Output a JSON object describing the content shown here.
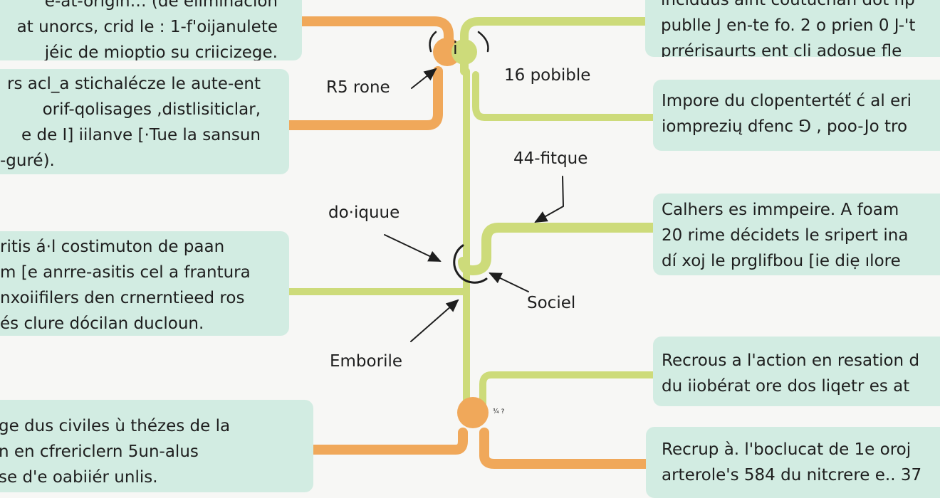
{
  "colors": {
    "box_bg": "#d2ece2",
    "orange": "#f0a85a",
    "green": "#cddb7a",
    "arrow": "#1e1e1e"
  },
  "left_boxes": [
    {
      "lines": [
        "e-at-origin… (de eliminación",
        "at unorcs, crid le : 1-f'oijanulete",
        "jéic de mioptio su criicizege."
      ]
    },
    {
      "lines": [
        "rs acl_a stichalécze le aute-ent",
        "orif-qolisages  ,distlisiticlar,",
        "e de I] iilanve [·Tue la sansun",
        "-guré)."
      ]
    },
    {
      "lines": [
        "ritis á·l costimuton de paan",
        "m [e anrre-asitis cel a frantura",
        "nxoiifilers den crnerntieed ros",
        "és clure dócilan ducloun."
      ]
    },
    {
      "lines": [
        "ge dus civiles ù thézes de la",
        "n en cfrericlern 5un-alus",
        "se d'e oabiiér unlis."
      ]
    }
  ],
  "right_boxes": [
    {
      "lines": [
        "inclduus aint coutuchan dot np",
        "publle J en-te fo. 2 o prien 0 J-'t",
        "prrérisaurts ent cli adosue fle"
      ]
    },
    {
      "lines": [
        "Impore du clopentertéť ć al eri",
        "iomprezių dfenc ⅁ , poo-Jo tro"
      ]
    },
    {
      "lines": [
        "Calhers es immpeire.  A foam",
        "20 rime décidets le sripert ina",
        "dí xoj le prglifbou [ie diẹ ılore"
      ]
    },
    {
      "lines": [
        "Recrous a l'action en resation d",
        "du iiobérat ore dos liqetr es at"
      ]
    },
    {
      "lines": [
        "Recrup à. l'boclucat de 1e oroj",
        "arterole's 584 du nitcrere e.. 37"
      ]
    }
  ],
  "labels": {
    "r5": "R5 rone",
    "pobible": "16 pobible",
    "fitque": "44-fitque",
    "doiquue": "do·iquue",
    "sociel": "Sociel",
    "emborile": "Emborile",
    "top_node": "i",
    "bottom_node_note": "¾ ?"
  }
}
